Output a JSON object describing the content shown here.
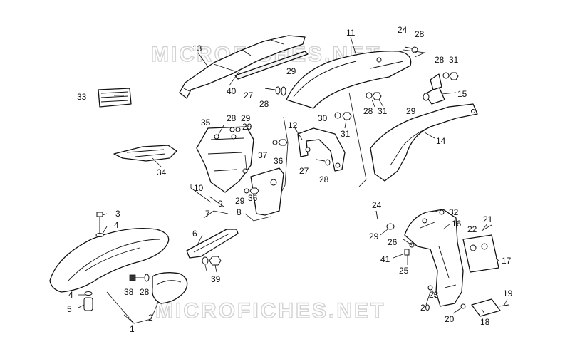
{
  "watermark": {
    "top": "MICROFICHES.NET",
    "bottom": "MICROFICHES.NET"
  },
  "callouts": [
    "1",
    "2",
    "3",
    "4",
    "4",
    "5",
    "6",
    "7",
    "8",
    "9",
    "10",
    "11",
    "12",
    "13",
    "14",
    "15",
    "16",
    "17",
    "18",
    "19",
    "20",
    "20",
    "21",
    "22",
    "23",
    "24",
    "24",
    "25",
    "26",
    "27",
    "27",
    "28",
    "28",
    "28",
    "28",
    "28",
    "28",
    "28",
    "29",
    "29",
    "29",
    "29",
    "29",
    "29",
    "30",
    "31",
    "31",
    "31",
    "32",
    "33",
    "34",
    "35",
    "36",
    "36",
    "37",
    "38",
    "39",
    "40",
    "41"
  ],
  "colors": {
    "line": "#111111",
    "watermark": "#d2d2d2",
    "background": "#ffffff"
  }
}
